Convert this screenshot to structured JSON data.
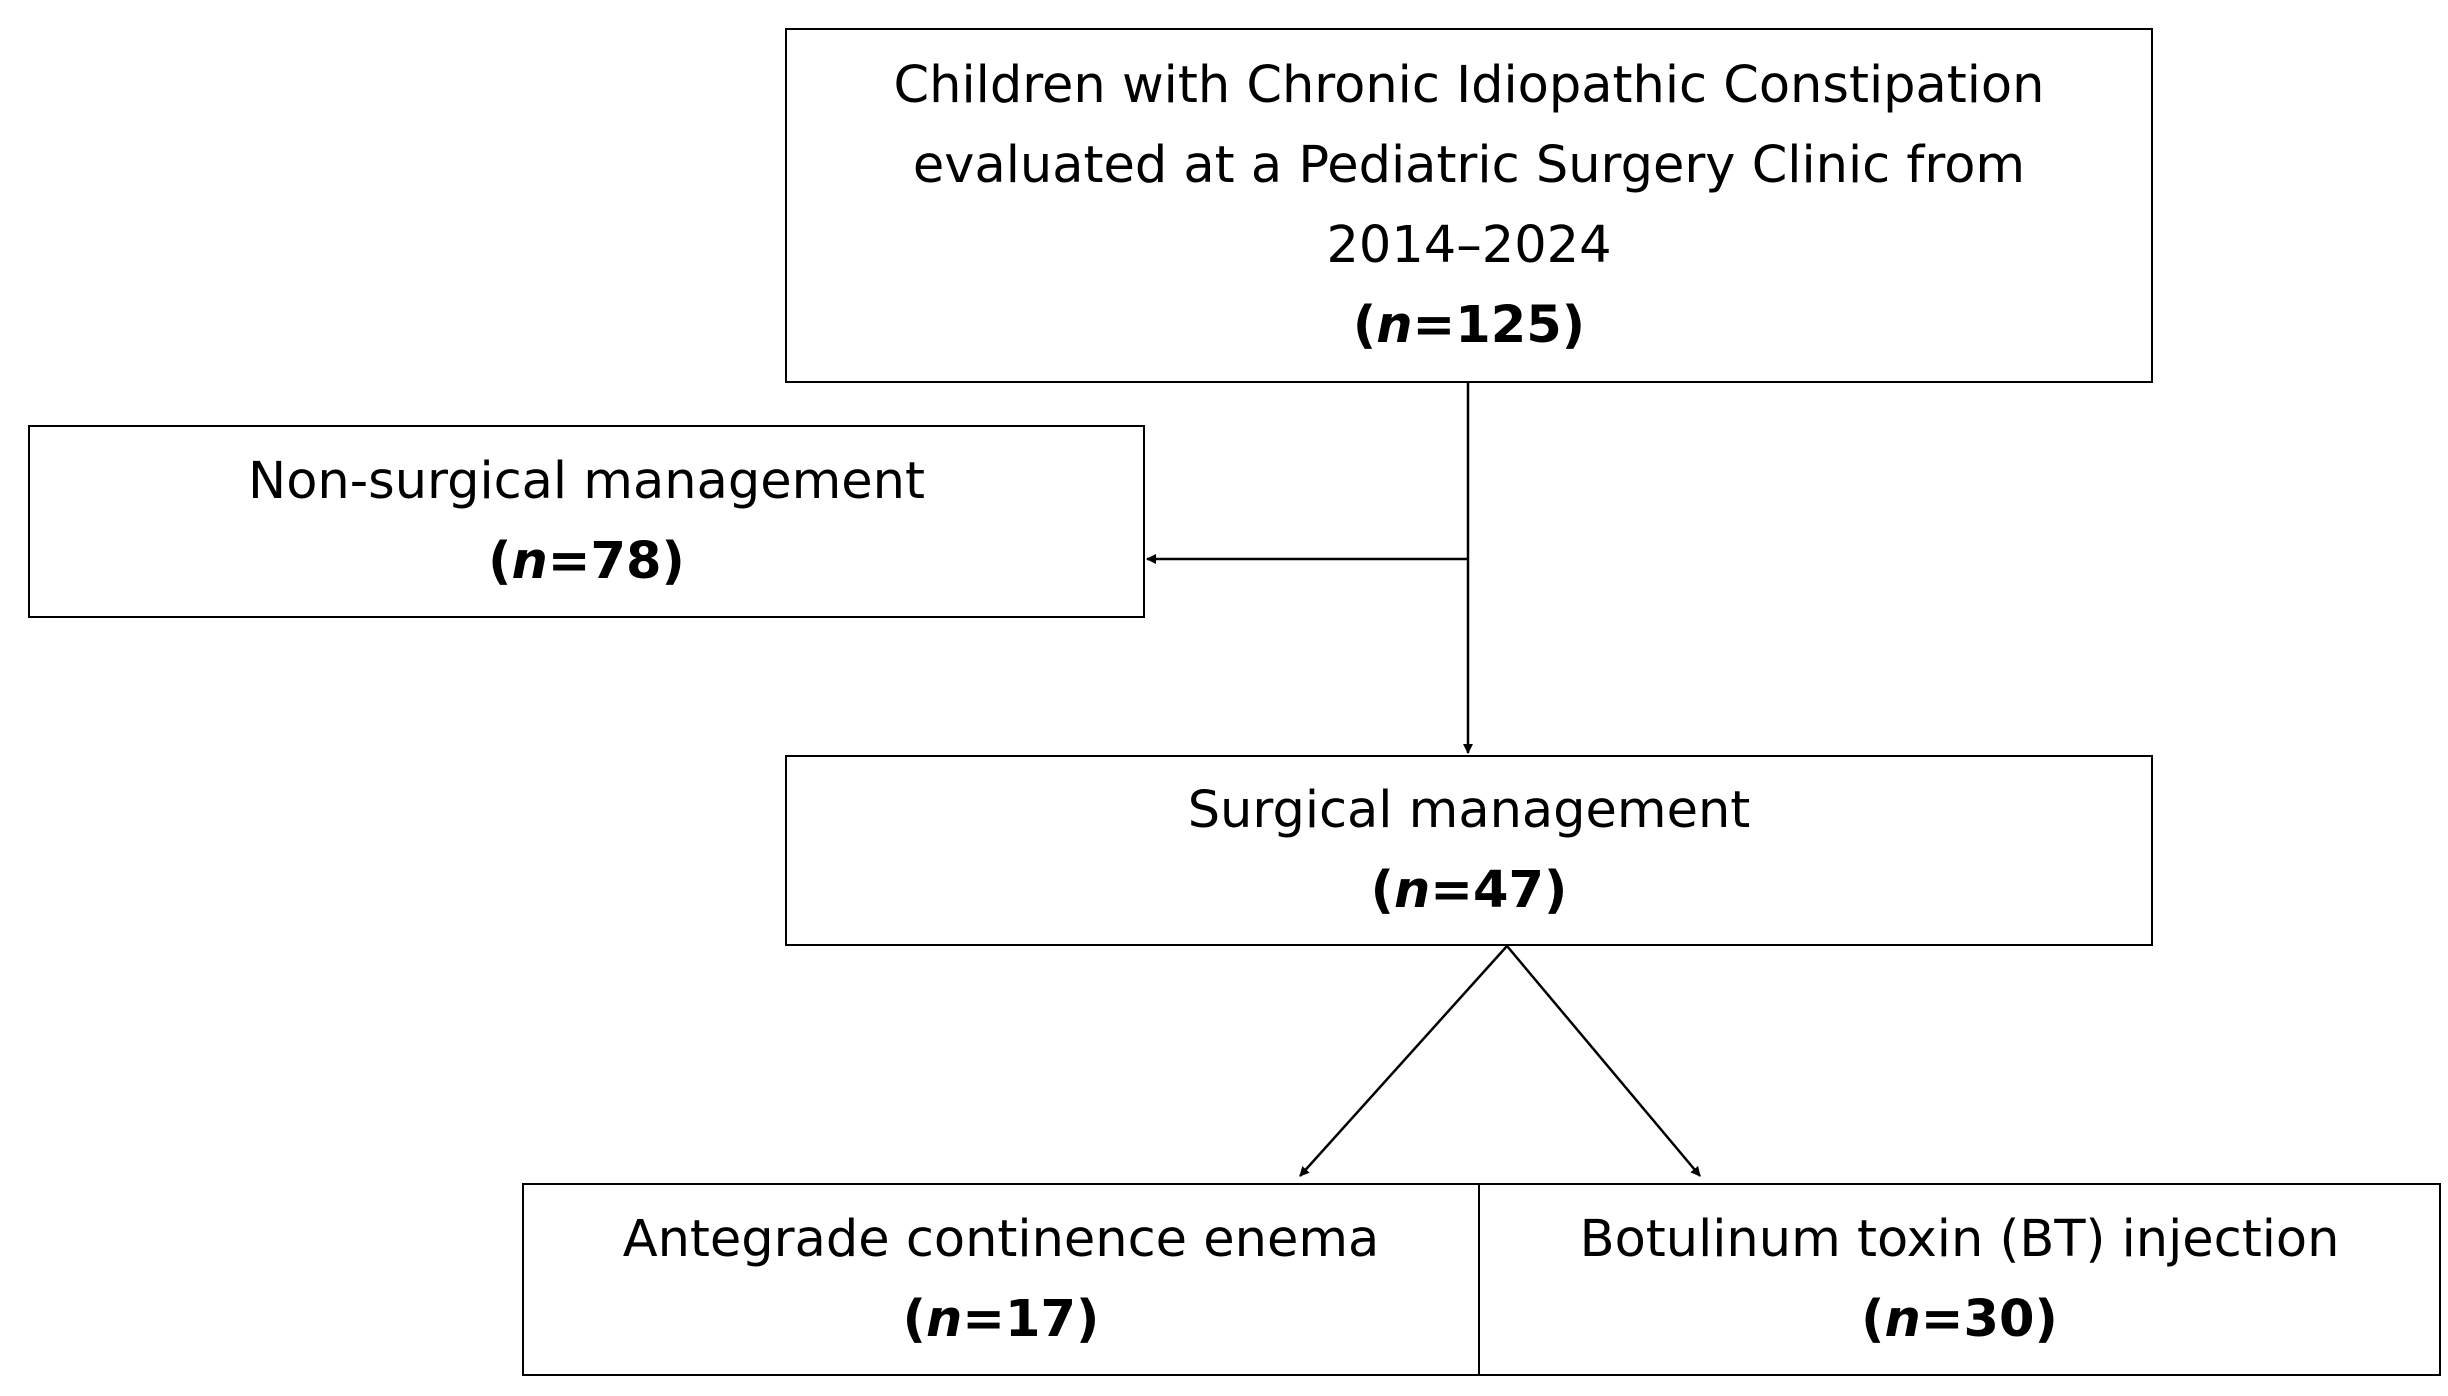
{
  "diagram": {
    "top_box": {
      "lines": [
        "Children with Chronic Idiopathic Constipation",
        "evaluated at a Pediatric Surgery Clinic from",
        "2014–2024"
      ],
      "n_label": "n",
      "n_value": "=125"
    },
    "nonsurgical_box": {
      "lines": [
        "Non-surgical management"
      ],
      "n_label": "n",
      "n_value": "=78"
    },
    "surgical_box": {
      "lines": [
        "Surgical management"
      ],
      "n_label": "n",
      "n_value": "=47"
    },
    "ace_box": {
      "lines": [
        "Antegrade continence enema"
      ],
      "n_label": "n",
      "n_value": "=17"
    },
    "bt_box": {
      "lines": [
        "Botulinum toxin (BT) injection"
      ],
      "n_label": "n",
      "n_value": "=30"
    }
  },
  "colors": {
    "stroke": "#000000",
    "fill": "#ffffff",
    "text": "#000000"
  }
}
